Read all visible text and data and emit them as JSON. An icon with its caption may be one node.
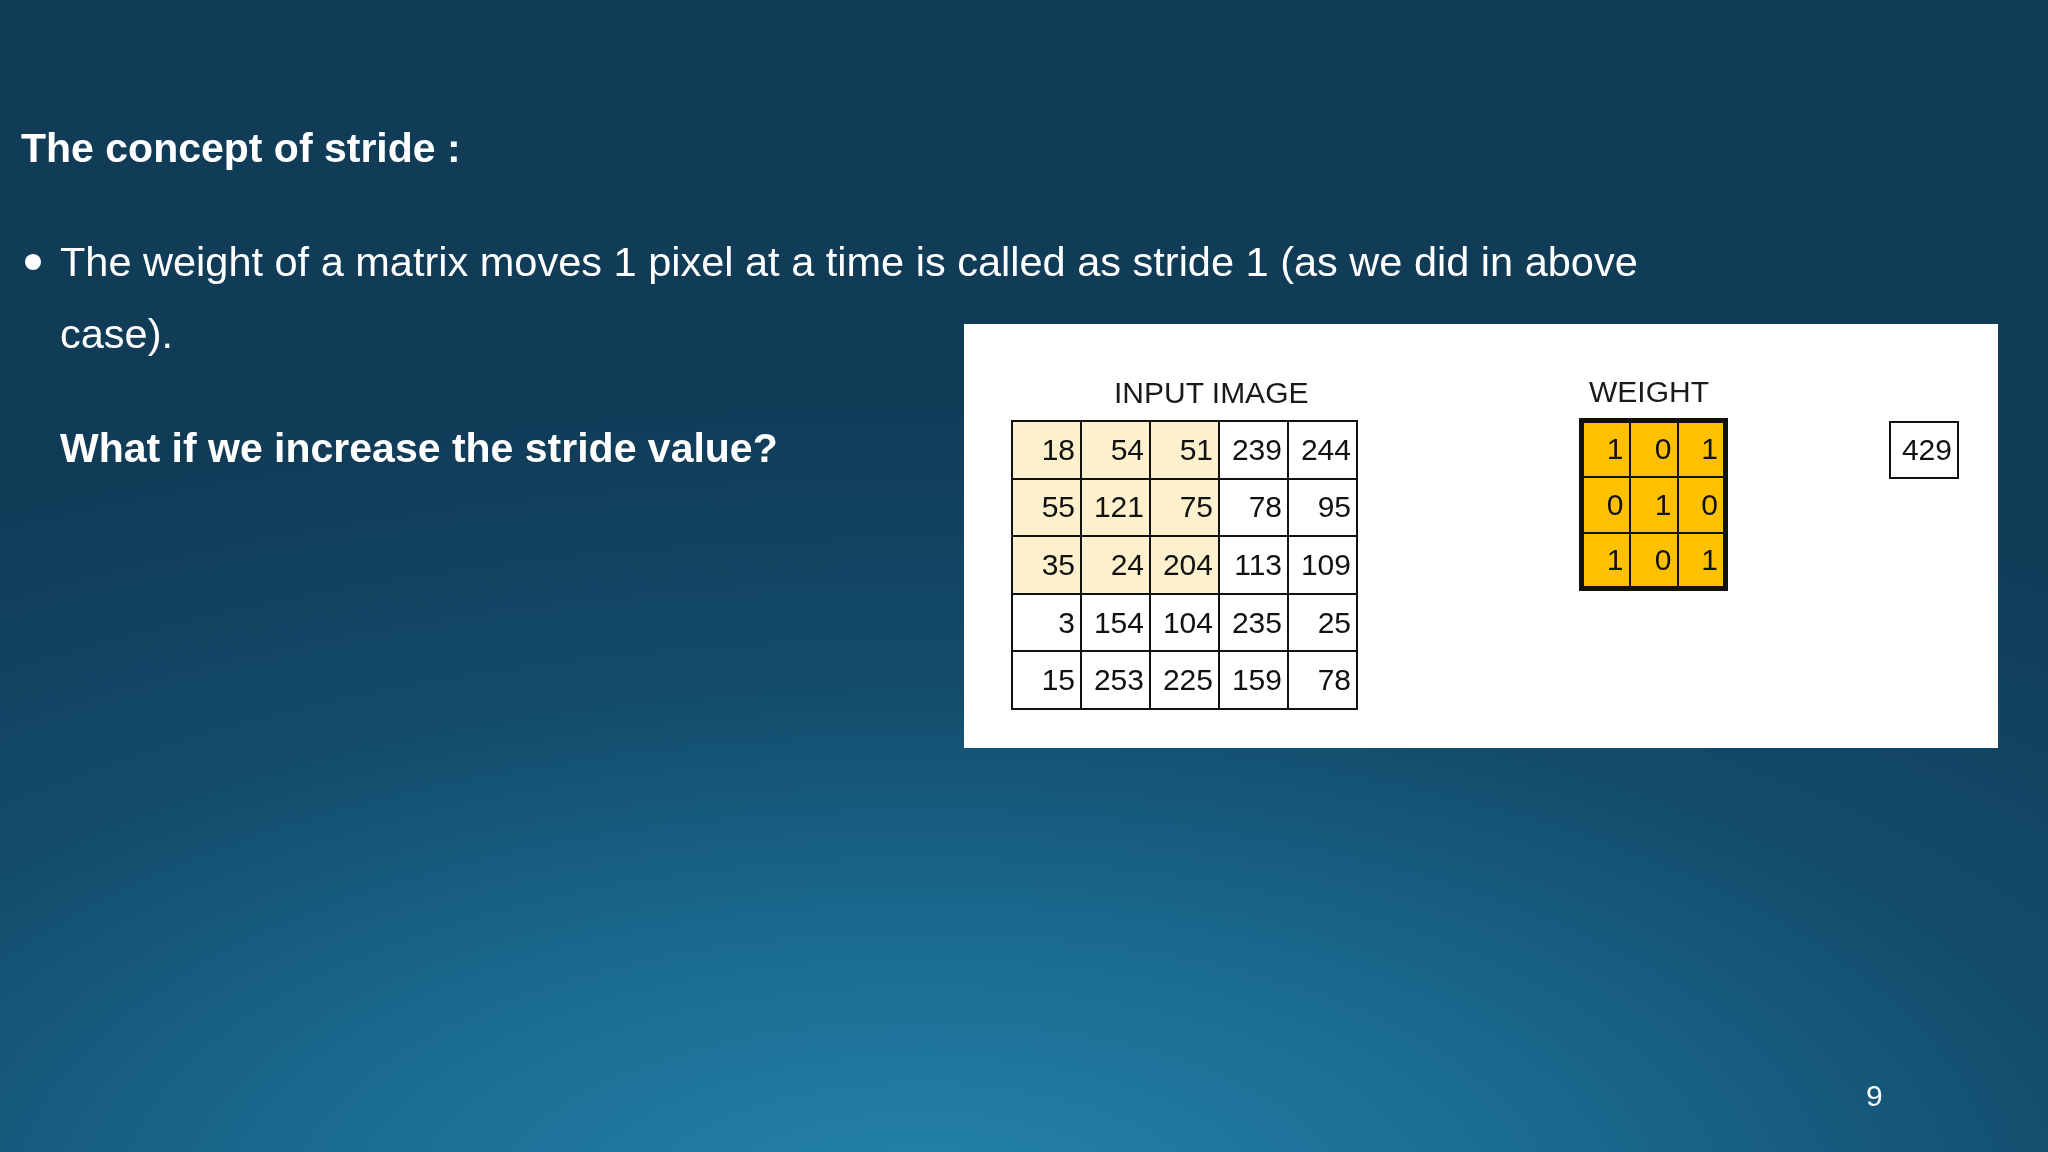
{
  "diagram": {
    "title": "The concept of stride :",
    "labels": [
      "The weight of a matrix moves 1 pixel at a time is called as stride 1 (as we did in above case).",
      "What if we increase the stride value?",
      "INPUT IMAGE",
      "18",
      "54",
      "51",
      "239",
      "244",
      "55",
      "121",
      "75",
      "78",
      "95",
      "35",
      "24",
      "204",
      "113",
      "109",
      "3",
      "154",
      "104",
      "235",
      "25",
      "15",
      "253",
      "225",
      "159",
      "78",
      "WEIGHT",
      "1",
      "0",
      "1",
      "0",
      "1",
      "0",
      "1",
      "0",
      "1",
      "429",
      "9"
    ]
  }
}
